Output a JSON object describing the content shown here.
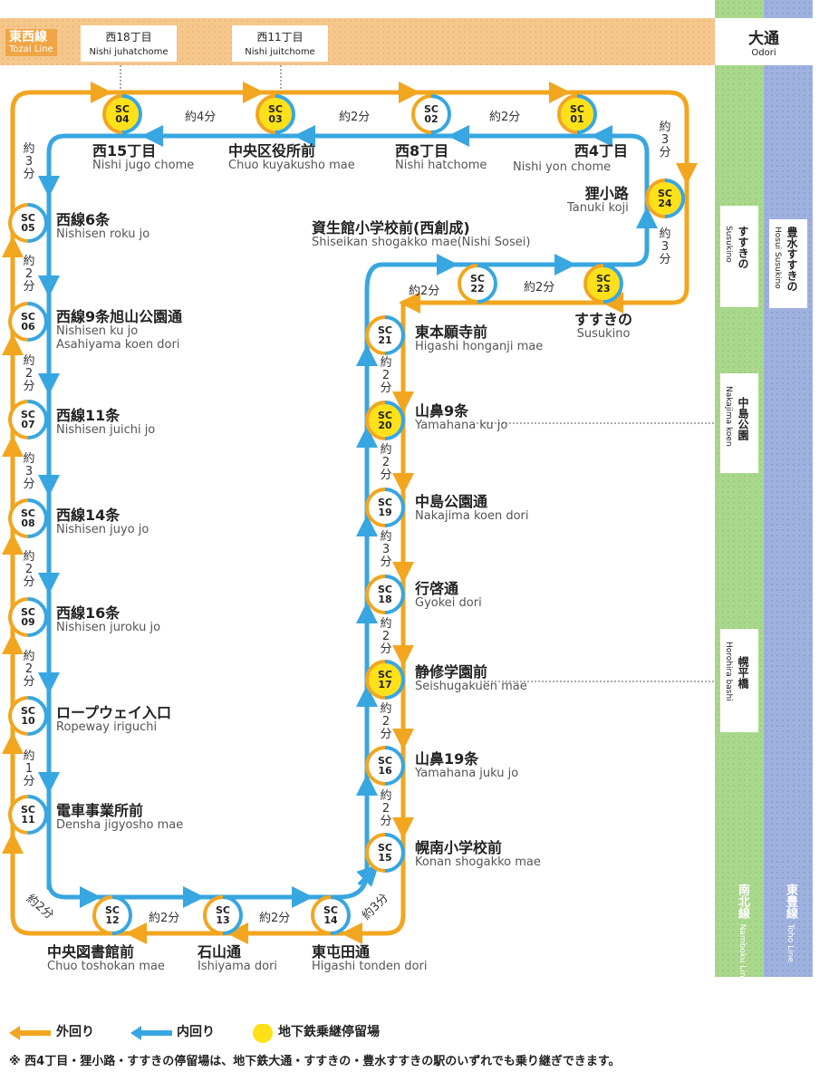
{
  "tozai_line": {
    "jp": "東西線",
    "en": "Tozai Line",
    "color": "#f0a546"
  },
  "namboku_line": {
    "jp": "南北線",
    "en": "Namboku Line",
    "color": "#a9d88c"
  },
  "toho_line": {
    "jp": "東豊線",
    "en": "Toho Line",
    "color": "#9fb1df"
  },
  "colors": {
    "outer_loop": "#f2a61f",
    "inner_loop": "#38a6e0",
    "transfer_stop": "#ffe119"
  },
  "subway_stations": {
    "nishi18": {
      "jp": "西18丁目",
      "en": "Nishi juhatchome"
    },
    "nishi11": {
      "jp": "西11丁目",
      "en": "Nishi juitchome"
    },
    "odori": {
      "jp": "大通",
      "en": "Odori"
    },
    "susukino": {
      "jp": "すすきの",
      "en": "Susukino"
    },
    "hosui_susukino": {
      "jp": "豊水すすきの",
      "en": "Hosui Susukino"
    },
    "nakajima_koen": {
      "jp": "中島公園",
      "en": "Nakajima koen"
    },
    "horohira_bashi": {
      "jp": "幌平橋",
      "en": "Horohira bashi"
    }
  },
  "stops": [
    {
      "code": "SC",
      "num": "01",
      "jp": "西4丁目",
      "en": "Nishi yon chome",
      "transfer": true
    },
    {
      "code": "SC",
      "num": "02",
      "jp": "西8丁目",
      "en": "Nishi hatchome",
      "transfer": false
    },
    {
      "code": "SC",
      "num": "03",
      "jp": "中央区役所前",
      "en": "Chuo kuyakusho mae",
      "transfer": true
    },
    {
      "code": "SC",
      "num": "04",
      "jp": "西15丁目",
      "en": "Nishi jugo chome",
      "transfer": true
    },
    {
      "code": "SC",
      "num": "05",
      "jp": "西線6条",
      "en": "Nishisen roku jo",
      "transfer": false
    },
    {
      "code": "SC",
      "num": "06",
      "jp": "西線9条旭山公園通",
      "en": "Nishisen ku jo",
      "en2": "Asahiyama koen dori",
      "transfer": false
    },
    {
      "code": "SC",
      "num": "07",
      "jp": "西線11条",
      "en": "Nishisen juichi jo",
      "transfer": false
    },
    {
      "code": "SC",
      "num": "08",
      "jp": "西線14条",
      "en": "Nishisen juyo jo",
      "transfer": false
    },
    {
      "code": "SC",
      "num": "09",
      "jp": "西線16条",
      "en": "Nishisen juroku jo",
      "transfer": false
    },
    {
      "code": "SC",
      "num": "10",
      "jp": "ロープウェイ入口",
      "en": "Ropeway iriguchi",
      "transfer": false
    },
    {
      "code": "SC",
      "num": "11",
      "jp": "電車事業所前",
      "en": "Densha jigyosho mae",
      "transfer": false
    },
    {
      "code": "SC",
      "num": "12",
      "jp": "中央図書館前",
      "en": "Chuo toshokan mae",
      "transfer": false
    },
    {
      "code": "SC",
      "num": "13",
      "jp": "石山通",
      "en": "Ishiyama dori",
      "transfer": false
    },
    {
      "code": "SC",
      "num": "14",
      "jp": "東屯田通",
      "en": "Higashi tonden dori",
      "transfer": false
    },
    {
      "code": "SC",
      "num": "15",
      "jp": "幌南小学校前",
      "en": "Konan shogakko mae",
      "transfer": false
    },
    {
      "code": "SC",
      "num": "16",
      "jp": "山鼻19条",
      "en": "Yamahana juku jo",
      "transfer": false
    },
    {
      "code": "SC",
      "num": "17",
      "jp": "静修学園前",
      "en": "Seishugakuen mae",
      "transfer": true
    },
    {
      "code": "SC",
      "num": "18",
      "jp": "行啓通",
      "en": "Gyokei dori",
      "transfer": false
    },
    {
      "code": "SC",
      "num": "19",
      "jp": "中島公園通",
      "en": "Nakajima koen dori",
      "transfer": false
    },
    {
      "code": "SC",
      "num": "20",
      "jp": "山鼻9条",
      "en": "Yamahana ku jo",
      "transfer": true
    },
    {
      "code": "SC",
      "num": "21",
      "jp": "東本願寺前",
      "en": "Higashi honganji mae",
      "transfer": false
    },
    {
      "code": "SC",
      "num": "22",
      "jp": "資生館小学校前(西創成)",
      "en": "Shiseikan shogakko mae(Nishi Sosei)",
      "transfer": false
    },
    {
      "code": "SC",
      "num": "23",
      "jp": "すすきの",
      "en": "Susukino",
      "transfer": true
    },
    {
      "code": "SC",
      "num": "24",
      "jp": "狸小路",
      "en": "Tanuki koji",
      "transfer": true
    }
  ],
  "times": {
    "t04_03": "約4分",
    "t03_02": "約2分",
    "t02_01": "約2分",
    "t01_24": "約3分",
    "t24_23": "約3分",
    "t23_22": "約2分",
    "t22_21": "約2分",
    "t04_05": "約3分",
    "t05_06": "約2分",
    "t06_07": "約2分",
    "t07_08": "約3分",
    "t08_09": "約2分",
    "t09_10": "約2分",
    "t10_11": "約1分",
    "t11_12": "約2分",
    "t12_13": "約2分",
    "t13_14": "約2分",
    "t14_15": "約3分",
    "t15_16": "約2分",
    "t16_17": "約2分",
    "t17_18": "約2分",
    "t18_19": "約3分",
    "t19_20": "約2分",
    "t20_21": "約2分"
  },
  "legend": {
    "outer": "外回り",
    "inner": "内回り",
    "transfer": "地下鉄乗継停留場"
  },
  "note": "※ 西4丁目・狸小路・すすきの停留場は、地下鉄大通・すすきの・豊水すすきの駅のいずれでも乗り継ぎできます。"
}
